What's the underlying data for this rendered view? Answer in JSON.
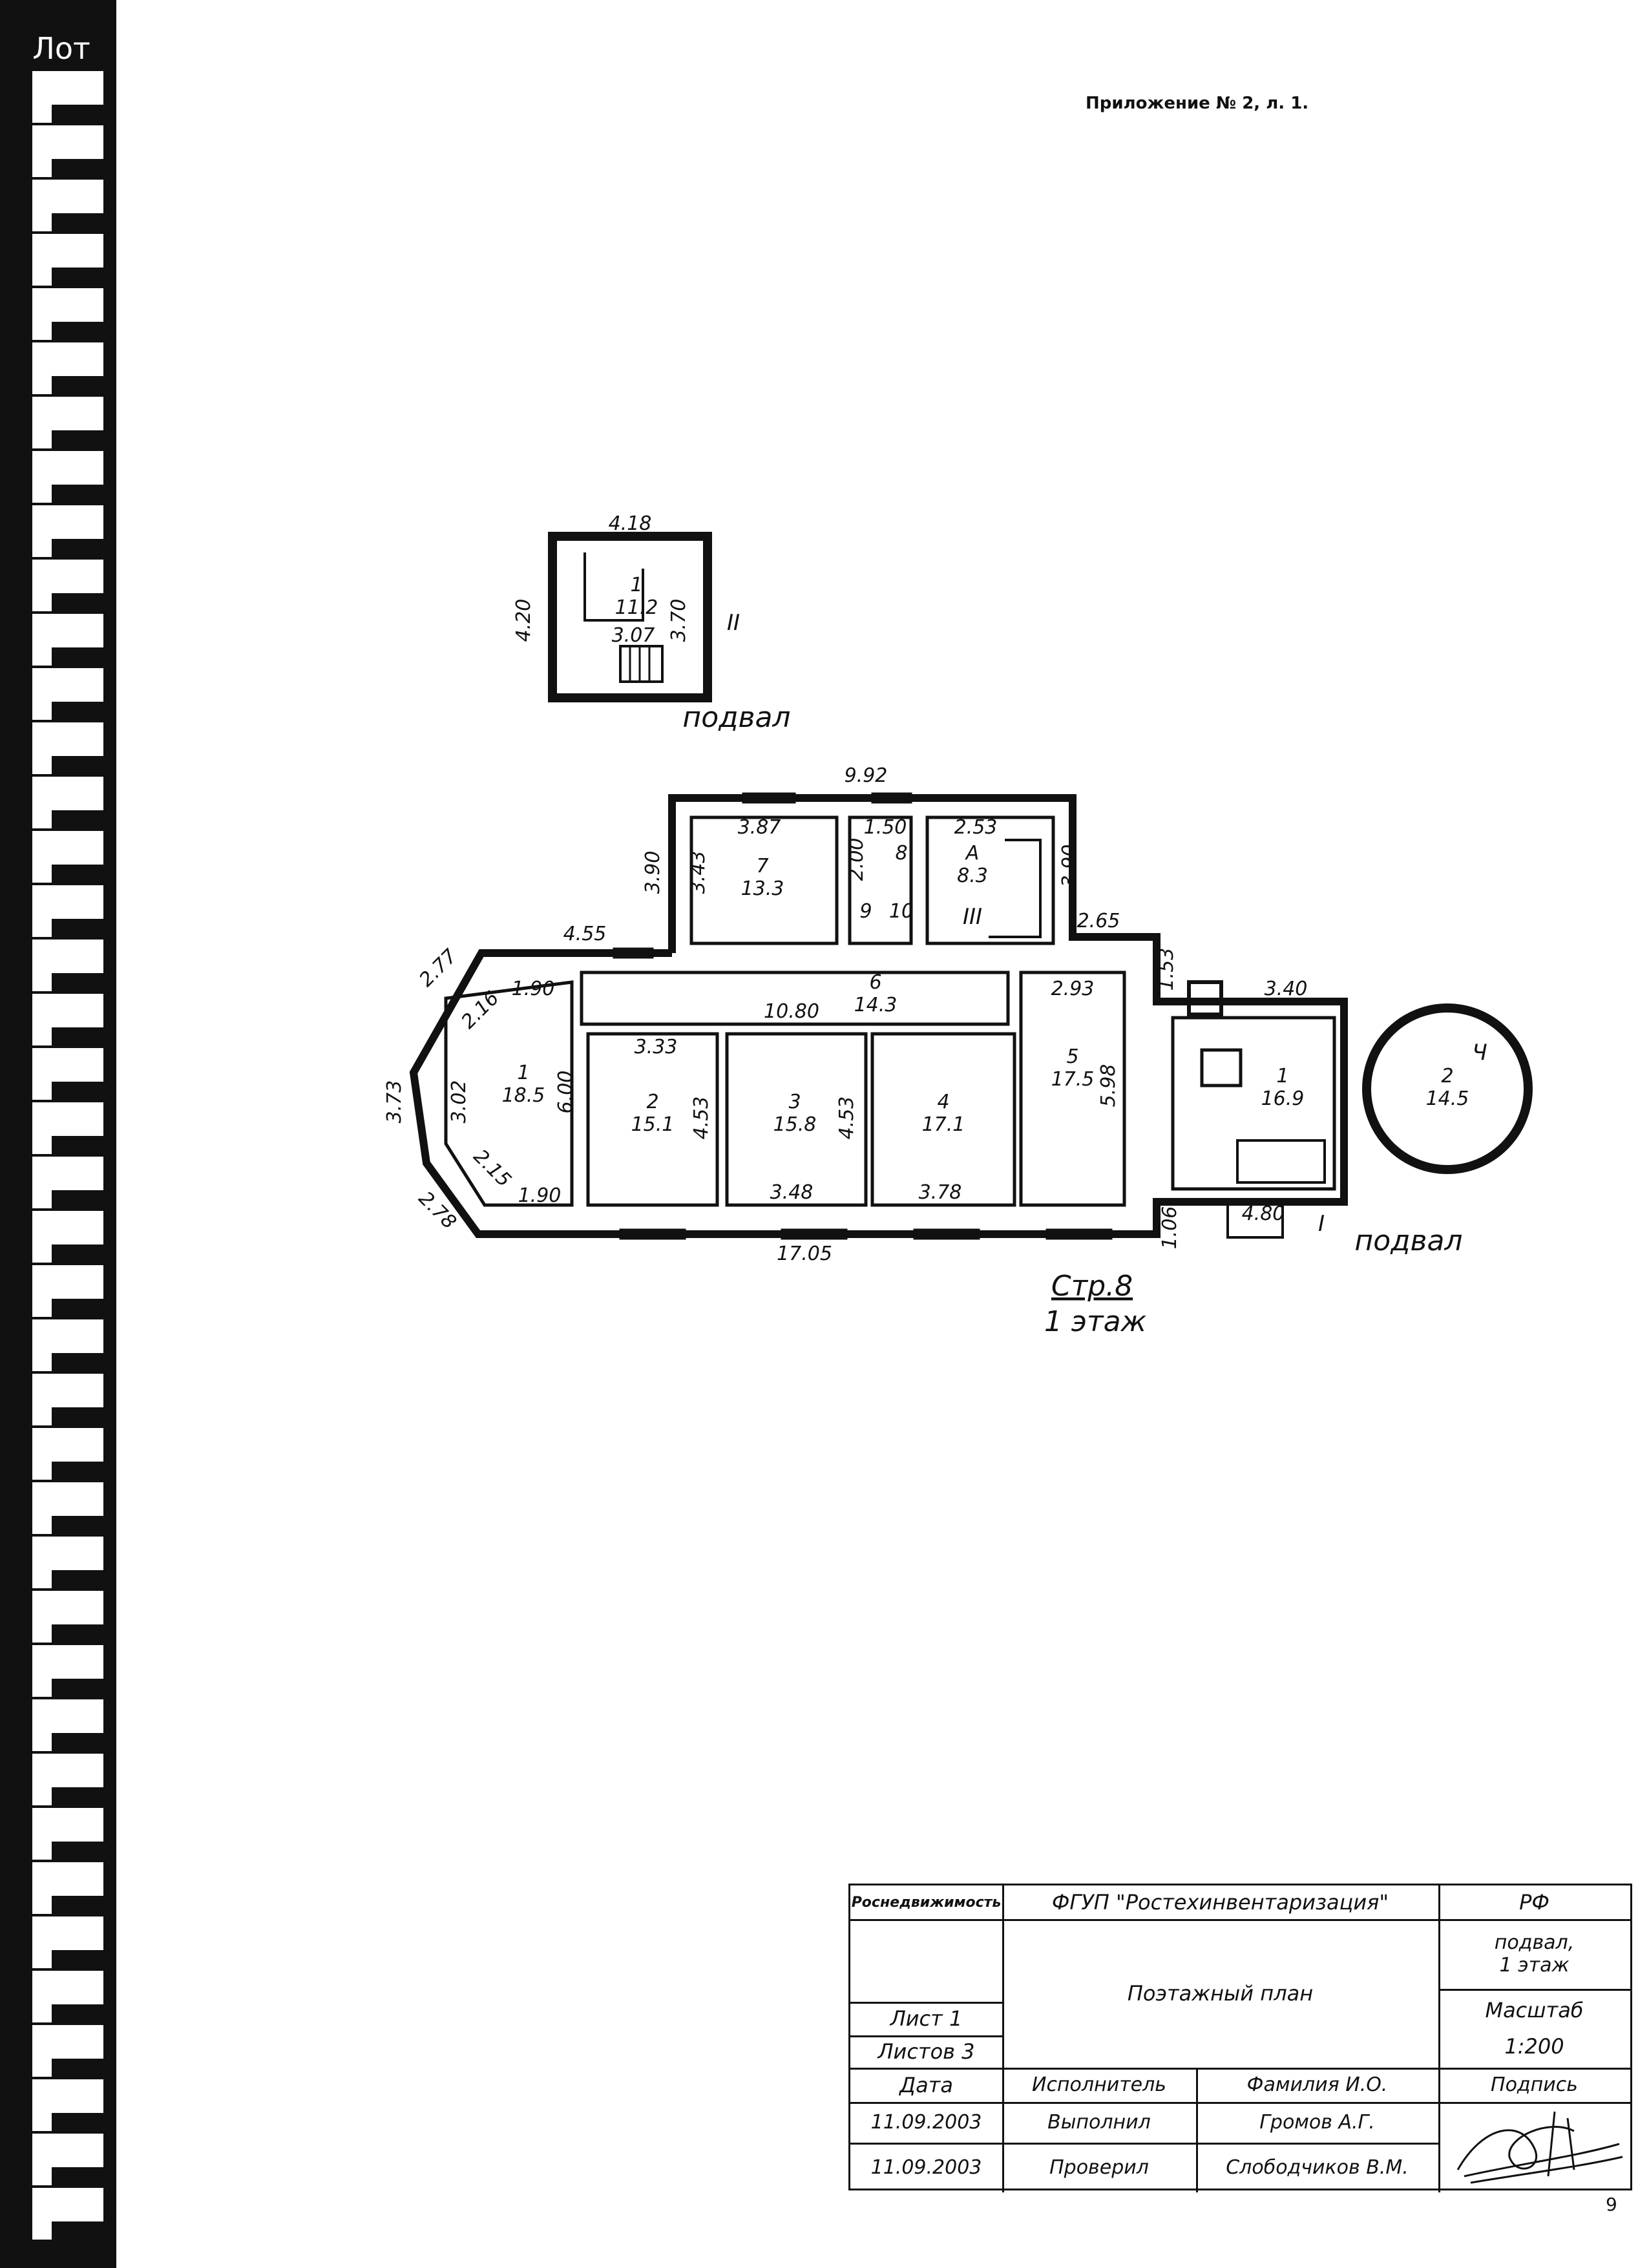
{
  "header": {
    "lot_label": "Лот",
    "appendix": "Приложение № 2, л. 1."
  },
  "basement": {
    "dims": [
      "4.18",
      "4.20",
      "3.70",
      "3.07"
    ],
    "room": {
      "num": "1",
      "area": "11.2"
    },
    "stair_mark": "II",
    "label": "подвал"
  },
  "floor1": {
    "dims": {
      "top": "9.92",
      "left_wing": "4.55",
      "left_h": "3.90",
      "right_h": "3.90",
      "r7_w": "3.87",
      "r7_h": "3.43",
      "r8_w": "1.50",
      "r8_h": "2.00",
      "rA_w": "2.53",
      "r_step": "2.65",
      "r_step2": "1.53",
      "corr": "10.80",
      "bay_top": "2.77",
      "bay_diag1": "2.16",
      "bay_w1": "1.90",
      "bay_h": "3.73",
      "bay_h2": "3.02",
      "bay_h3": "6.00",
      "bay_diag2": "2.15",
      "bay_w2": "1.90",
      "bay_bot": "2.78",
      "r2_w": "3.33",
      "r2_h": "4.53",
      "r3_w": "3.48",
      "r3_h": "4.53",
      "r4_w": "3.78",
      "r5_w": "2.93",
      "r5_h": "5.98",
      "bottom": "17.05",
      "rx_w": "3.40",
      "rx_h": "1.06",
      "rx_b": "4.80"
    },
    "rooms": [
      {
        "num": "1",
        "area": "18.5"
      },
      {
        "num": "2",
        "area": "15.1"
      },
      {
        "num": "3",
        "area": "15.8"
      },
      {
        "num": "4",
        "area": "17.1"
      },
      {
        "num": "5",
        "area": "17.5"
      },
      {
        "num": "6",
        "area": "14.3"
      },
      {
        "num": "7",
        "area": "13.3"
      },
      {
        "num": "8",
        "area": ""
      },
      {
        "num": "9",
        "area": ""
      },
      {
        "num": "10",
        "area": ""
      },
      {
        "num": "А",
        "area": "8.3"
      }
    ],
    "annex_rooms": [
      {
        "num": "1",
        "area": "16.9"
      },
      {
        "num": "2",
        "area": "14.5"
      }
    ],
    "marks": {
      "stair_III": "III",
      "stair_I": "I",
      "tower_mark": "Ч"
    },
    "annex_label": "подвал",
    "building_label": "Стр.8",
    "floor_label": "1 этаж"
  },
  "stamp": {
    "agency": "Роснедвижимость",
    "org": "ФГУП \"Ростехинвентаризация\"",
    "country": "РФ",
    "doc_title": "Поэтажный план",
    "floors": "подвал,\n1 этаж",
    "sheet": "Лист 1",
    "sheets": "Листов 3",
    "scale_label": "Масштаб",
    "scale": "1:200",
    "col_date": "Дата",
    "col_exec": "Исполнитель",
    "col_name": "Фамилия И.О.",
    "col_sign": "Подпись",
    "row1": {
      "date": "11.09.2003",
      "role": "Выполнил",
      "name": "Громов А.Г."
    },
    "row2": {
      "date": "11.09.2003",
      "role": "Проверил",
      "name": "Слободчиков В.М."
    },
    "corner_mark": "9"
  }
}
